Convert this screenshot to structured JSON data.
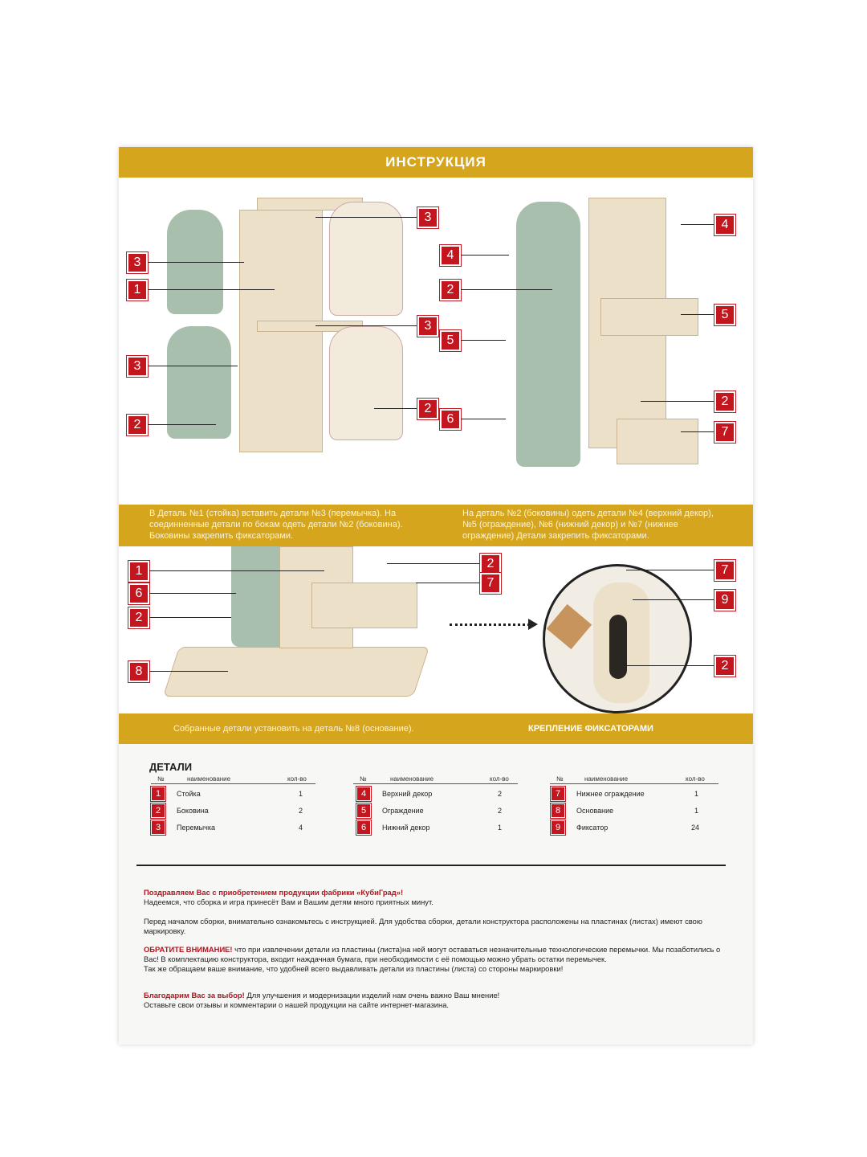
{
  "title": "ИНСТРУКЦИЯ",
  "steps": {
    "step1": "В  Деталь №1 (стойка) вставить детали №3 (перемычка). На соединненные детали по бокам одеть детали №2 (боковина). Боковины закрепить фиксаторами.",
    "step2": "На  деталь №2 (боковины) одеть детали №4 (верхний декор), №5 (ограждение), №6 (нижний декор) и №7 (нижнее ограждение)  Детали закрепить фиксаторами.",
    "step3": "Собранные детали установить на деталь №8 (основание).",
    "fixing": "КРЕПЛЕНИЕ ФИКСАТОРАМИ"
  },
  "callouts": {
    "a": [
      "3",
      "1",
      "3",
      "3",
      "2",
      "3",
      "2"
    ],
    "b": [
      "4",
      "2",
      "5",
      "6",
      "4",
      "5",
      "2",
      "7"
    ],
    "c": [
      "1",
      "6",
      "2",
      "8",
      "2",
      "7"
    ],
    "d": [
      "7",
      "9",
      "2"
    ]
  },
  "parts": {
    "heading": "ДЕТАЛИ",
    "col_no": "№",
    "col_name": "наименование",
    "col_qty": "кол-во",
    "items": [
      {
        "no": "1",
        "name": "Стойка",
        "qty": "1"
      },
      {
        "no": "2",
        "name": "Боковина",
        "qty": "2"
      },
      {
        "no": "3",
        "name": "Перемычка",
        "qty": "4"
      },
      {
        "no": "4",
        "name": "Верхний декор",
        "qty": "2"
      },
      {
        "no": "5",
        "name": "Ограждение",
        "qty": "2"
      },
      {
        "no": "6",
        "name": "Нижний декор",
        "qty": "1"
      },
      {
        "no": "7",
        "name": "Нижнее ограждение",
        "qty": "1"
      },
      {
        "no": "8",
        "name": "Основание",
        "qty": "1"
      },
      {
        "no": "9",
        "name": "Фиксатор",
        "qty": "24"
      }
    ]
  },
  "notes": {
    "congrats_bold": "Поздравляем Вас с приобретением продукции фабрики «КубиГрад»!",
    "congrats": "Надеемся, что сборка и игра принесёт Вам и Вашим детям много приятных минут.",
    "before": "Перед началом сборки, внимательно ознакомьтесь с инструкцией. Для удобства сборки, детали конструктора расположены на пластинах (листах) имеют свою маркировку.",
    "attention_bold": "ОБРАТИТЕ ВНИМАНИЕ!",
    "attention": " что при извлечении детали из пластины (листа)на ней могут оставаться незначительные технологические перемычки. Мы позаботились о Вас! В комплектацию конструктора, входит наждачная бумага, при необходимости с её помощью можно убрать остатки перемычек.",
    "also": "Так же обращаем ваше внимание, что удобней всего выдавливать детали из пластины (листа) со стороны маркировки!",
    "thanks_bold": "Благодарим Вас за выбор!",
    "thanks": " Для улучшения и модернизации изделий нам очень важно Ваш мнение!",
    "review": "Оставьте свои отзывы и комментарии о нашей продукции на сайте интернет-магазина."
  },
  "colors": {
    "band": "#d5a51d",
    "label": "#c3161f",
    "side": "#a9bfae",
    "wood": "#ece0c9"
  }
}
